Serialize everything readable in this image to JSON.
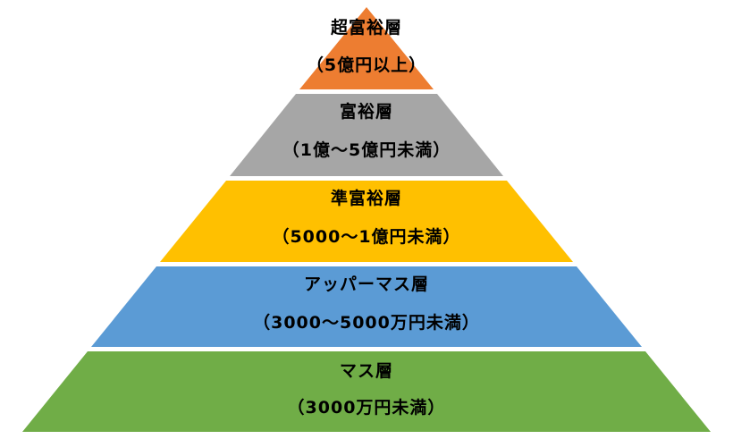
{
  "diagram": {
    "type": "pyramid",
    "subject": "wealth-tier-pyramid",
    "tiers": [
      {
        "label": "超富裕層",
        "range": "（5億円以上）",
        "color": "#ED7D31"
      },
      {
        "label": "富裕層",
        "range": "（1億～5億円未満）",
        "color": "#A6A6A6"
      },
      {
        "label": "準富裕層",
        "range": "（5000～1億円未満）",
        "color": "#FFC000"
      },
      {
        "label": "アッパーマス層",
        "range": "（3000～5000万円未満）",
        "color": "#5B9BD5"
      },
      {
        "label": "マス層",
        "range": "（3000万円未満）",
        "color": "#70AD47"
      }
    ]
  }
}
